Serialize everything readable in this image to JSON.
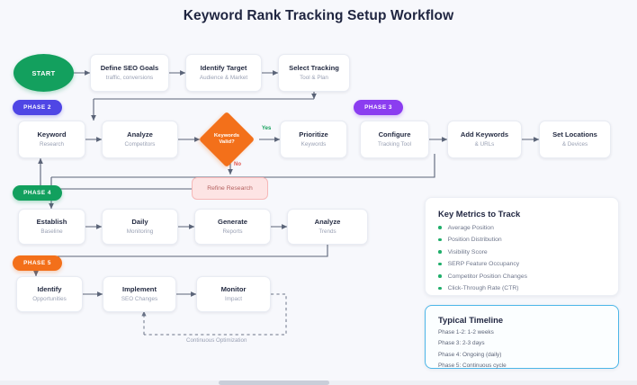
{
  "title": "Keyword Rank Tracking Setup Workflow",
  "start_node": {
    "label": "START"
  },
  "phases": [
    {
      "id": "phase2",
      "label": "PHASE 2",
      "color": "#4f46e5"
    },
    {
      "id": "phase3",
      "label": "PHASE 3",
      "color": "#8b3df0"
    },
    {
      "id": "phase4",
      "label": "PHASE 4",
      "color": "#12a05e"
    },
    {
      "id": "phase5",
      "label": "PHASE 5",
      "color": "#f3701a"
    }
  ],
  "row1": [
    {
      "title": "Define SEO Goals",
      "subtitle": "traffic, conversions"
    },
    {
      "title": "Identify Target",
      "subtitle": "Audience & Market"
    },
    {
      "title": "Select Tracking",
      "subtitle": "Tool & Plan"
    }
  ],
  "row2": [
    {
      "title": "Keyword",
      "subtitle": "Research"
    },
    {
      "title": "Analyze",
      "subtitle": "Competitors"
    },
    {
      "title": "Prioritize",
      "subtitle": "Keywords"
    },
    {
      "title": "Configure",
      "subtitle": "Tracking Tool"
    },
    {
      "title": "Add Keywords",
      "subtitle": "& URLs"
    },
    {
      "title": "Set Locations",
      "subtitle": "& Devices"
    }
  ],
  "decision": {
    "line1": "Keywords",
    "line2": "Valid?",
    "yes_label": "Yes",
    "no_label": "No",
    "color": "#f3701a"
  },
  "refine": {
    "label": "Refine Research"
  },
  "row3": [
    {
      "title": "Establish",
      "subtitle": "Baseline"
    },
    {
      "title": "Daily",
      "subtitle": "Monitoring"
    },
    {
      "title": "Generate",
      "subtitle": "Reports"
    },
    {
      "title": "Analyze",
      "subtitle": "Trends"
    }
  ],
  "row4": [
    {
      "title": "Identify",
      "subtitle": "Opportunities"
    },
    {
      "title": "Implement",
      "subtitle": "SEO Changes"
    },
    {
      "title": "Monitor",
      "subtitle": "Impact"
    }
  ],
  "loop_label": "Continuous Optimization",
  "metrics_panel": {
    "heading": "Key Metrics to Track",
    "items": [
      "Average Position",
      "Position Distribution",
      "Visibility Score",
      "SERP Feature Occupancy",
      "Competitor Position Changes",
      "Click-Through Rate (CTR)"
    ],
    "bullet_color": "#1fae6a"
  },
  "timeline_panel": {
    "heading": "Typical Timeline",
    "border_color": "#4cb6e8",
    "items": [
      "Phase 1-2: 1-2 weeks",
      "Phase 3: 2-3 days",
      "Phase 4: Ongoing (daily)",
      "Phase 5: Continuous cycle"
    ]
  }
}
